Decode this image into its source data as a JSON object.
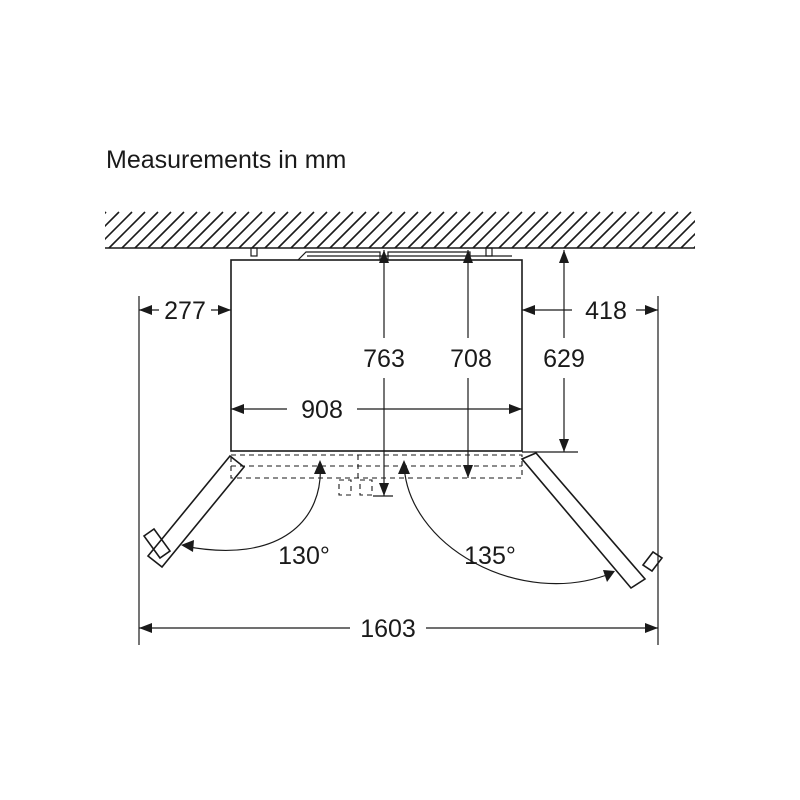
{
  "title": "Measurements in mm",
  "dimensions": {
    "left_clearance": "277",
    "right_clearance": "418",
    "depth_total": "763",
    "depth_body": "708",
    "depth_cabinet": "629",
    "width_body": "908",
    "width_doors_open": "1603",
    "left_door_angle": "130°",
    "right_door_angle": "135°"
  }
}
